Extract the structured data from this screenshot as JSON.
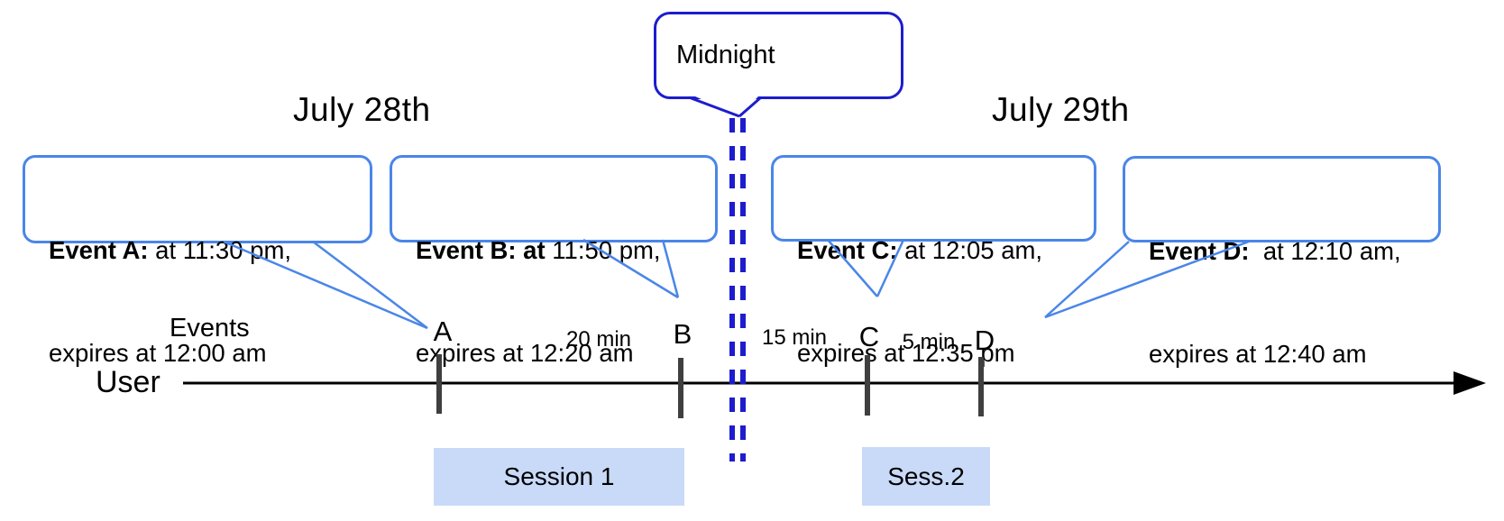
{
  "diagram": {
    "dates": {
      "left": "July 28th",
      "right": "July 29th"
    },
    "midnight": {
      "label": "Midnight"
    },
    "axis": {
      "events_label": "Events",
      "user_label": "User"
    },
    "callouts": [
      {
        "id": "A",
        "title": "Event A:",
        "rest1": " at 11:30 pm,",
        "line2": "expires at 12:00 am"
      },
      {
        "id": "B",
        "title": "Event B: at",
        "rest1": " 11:50 pm,",
        "line2": "expires at 12:20 am"
      },
      {
        "id": "C",
        "title": "Event C:",
        "rest1": " at 12:05 am,",
        "line2": "expires at 12:35 pm"
      },
      {
        "id": "D",
        "title": "Event D:",
        "rest1": "  at 12:10 am,",
        "line2": "expires at 12:40 am"
      }
    ],
    "ticks": {
      "a": "A",
      "b": "B",
      "c": "C",
      "d": "D"
    },
    "intervals": {
      "ab": "20 min",
      "bc": "15 min",
      "cd": "5 min"
    },
    "sessions": [
      {
        "label": "Session 1"
      },
      {
        "label": "Sess.2"
      }
    ],
    "colors": {
      "callout_border": "#4a86e8",
      "midnight_blue": "#1d1dcd",
      "session_fill": "#c9daf8",
      "tick_gray": "#3f3f3f",
      "timeline_black": "#000000"
    }
  }
}
